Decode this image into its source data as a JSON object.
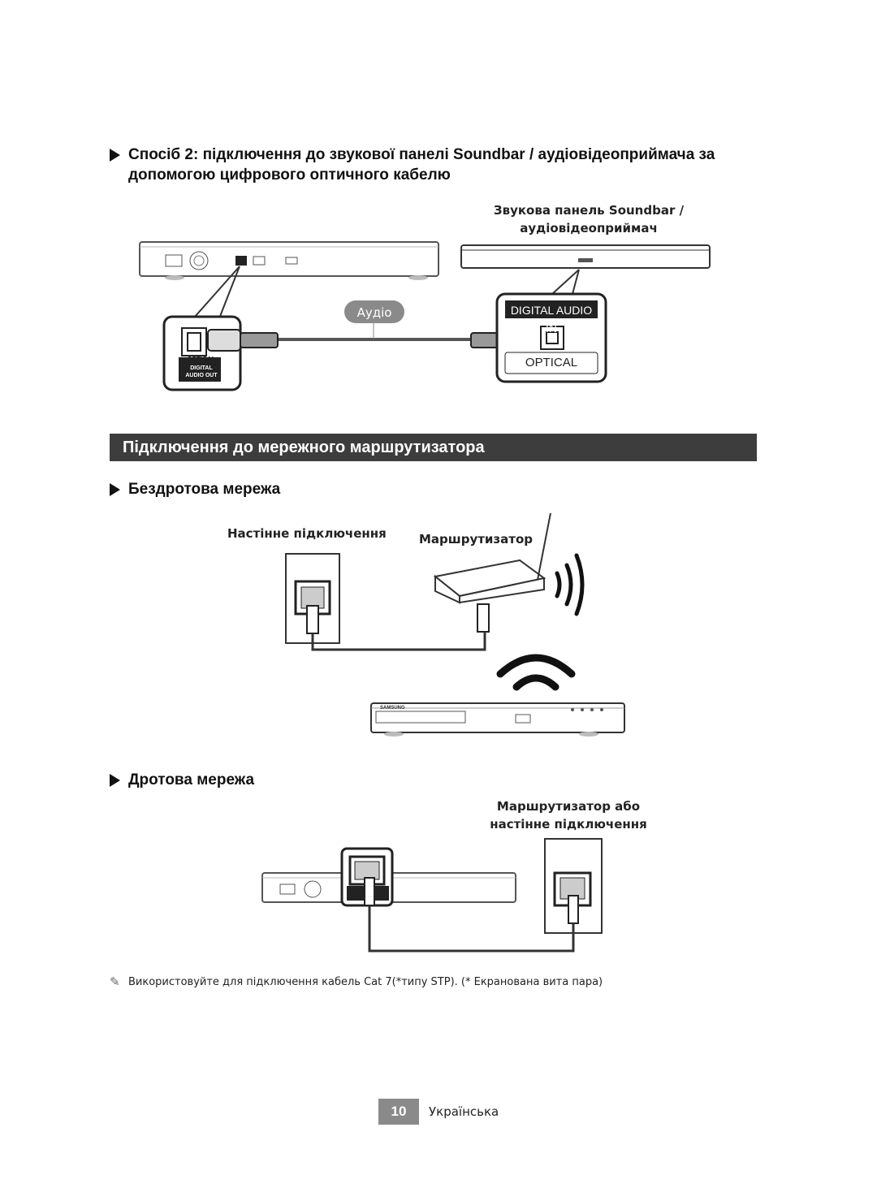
{
  "method2": {
    "title_line1": "Спосіб 2: підключення до звукової панелі Soundbar / аудіовідеоприймача за",
    "title_line2": "допомогою цифрового оптичного кабелю",
    "soundbar_label_line1": "Звукова панель Soundbar /",
    "soundbar_label_line2": "аудіовідеоприймач",
    "audio_badge": "Аудіо",
    "digital_audio_in": "DIGITAL AUDIO IN",
    "optical_right": "OPTICAL",
    "optical_left": "OPTICAL",
    "digital_audio_out_line1": "DIGITAL",
    "digital_audio_out_line2": "AUDIO OUT"
  },
  "section": {
    "title": "Підключення до мережного маршрутизатора"
  },
  "wireless": {
    "title": "Бездротова мережа",
    "wall_label": "Настінне підключення",
    "router_label": "Маршрутизатор",
    "player_brand": "SAMSUNG"
  },
  "wired": {
    "title": "Дротова мережа",
    "label_line1": "Маршрутизатор або",
    "label_line2": "настінне підключення"
  },
  "note": {
    "icon": "pencil-icon",
    "text": "Використовуйте для підключення кабель Cat 7(*типу STP). (* Екранована вита пара)"
  },
  "footer": {
    "page_number": "10",
    "language": "Українська"
  }
}
